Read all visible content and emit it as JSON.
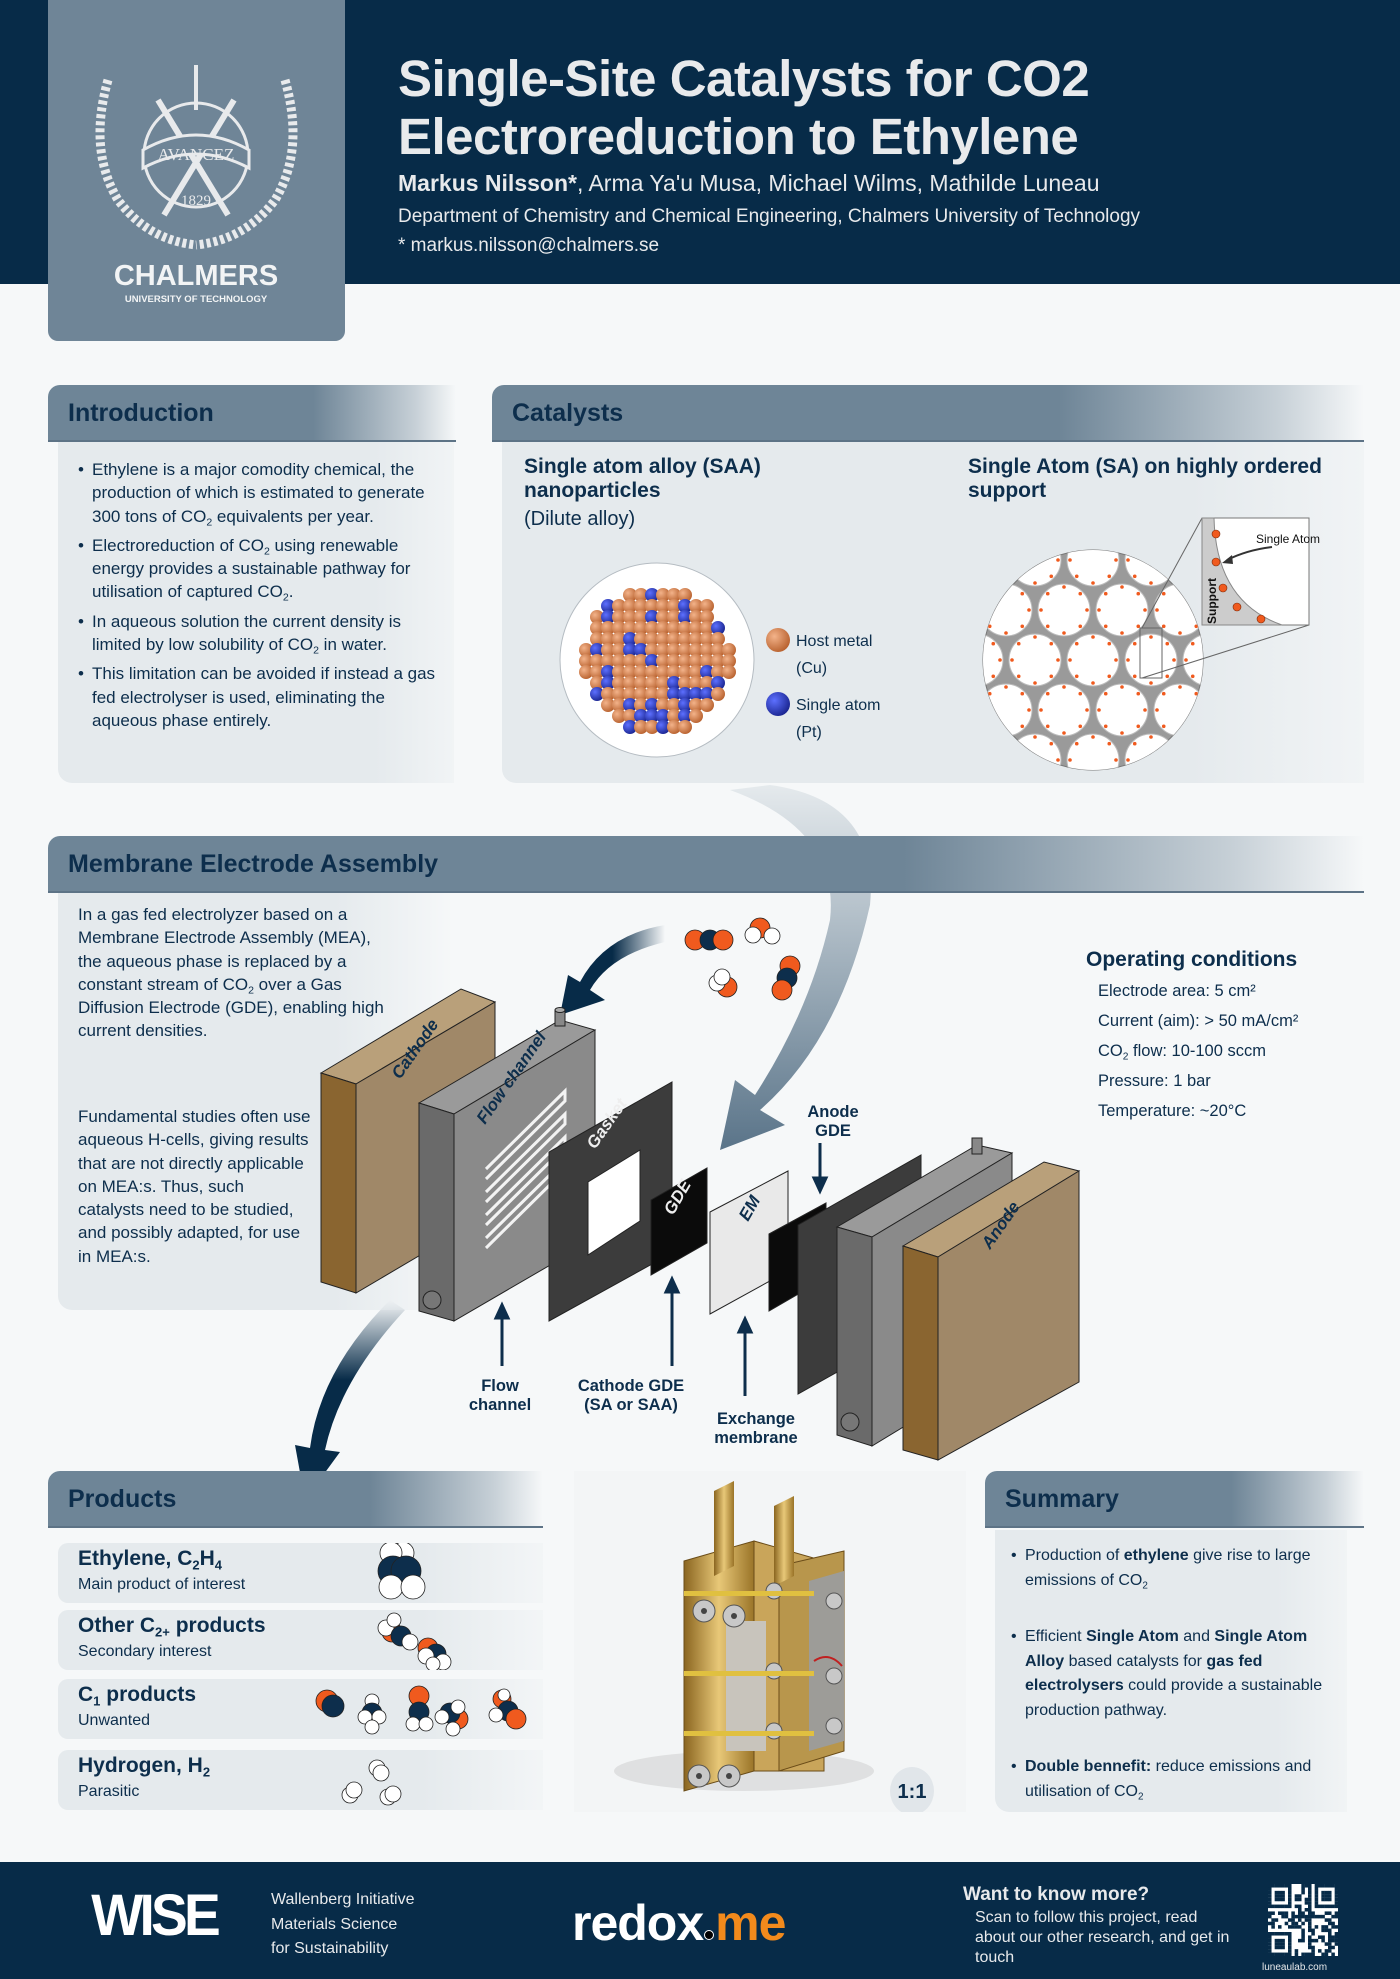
{
  "header": {
    "title_line1": "Single-Site Catalysts for CO2",
    "title_line2": "Electroreduction to Ethylene",
    "lead_author": "Markus Nilsson*",
    "other_authors": ", Arma Ya'u Musa, Michael Wilms, Mathilde Luneau",
    "department": "Department of Chemistry and Chemical Engineering, Chalmers University of Technology",
    "email": "* markus.nilsson@chalmers.se"
  },
  "logo": {
    "motto": "AVANCEZ",
    "year": "1829",
    "name": "CHALMERS",
    "subtitle": "UNIVERSITY OF TECHNOLOGY"
  },
  "introduction": {
    "title": "Introduction",
    "bullets": [
      [
        {
          "t": "Ethylene is a major comodity chemical, the production of which is estimated to generate 300 tons of CO"
        },
        {
          "sub": "2"
        },
        {
          "t": " equivalents per year."
        }
      ],
      [
        {
          "t": "Electroreduction of CO"
        },
        {
          "sub": "2"
        },
        {
          "t": " using renewable energy provides a sustainable pathway for utilisation of captured CO"
        },
        {
          "sub": "2"
        },
        {
          "t": "."
        }
      ],
      [
        {
          "t": "In aqueous solution the current density is limited by low solubility of CO"
        },
        {
          "sub": "2"
        },
        {
          "t": " in water."
        }
      ],
      [
        {
          "t": "This limitation can be avoided if instead a gas fed electrolyser is used, eliminating the aqueous phase entirely."
        }
      ]
    ]
  },
  "catalysts": {
    "title": "Catalysts",
    "saa": {
      "heading": "Single atom alloy (SAA) nanoparticles",
      "subheading": "(Dilute alloy)",
      "legend": [
        {
          "label": "Host metal",
          "detail": "(Cu)",
          "color": "#d9804a"
        },
        {
          "label": "Single atom",
          "detail": "(Pt)",
          "color": "#2a3fc0"
        }
      ]
    },
    "sa": {
      "heading": "Single Atom (SA) on highly ordered support",
      "inset_label": "Single Atom",
      "support_label": "Support"
    }
  },
  "mea": {
    "title": "Membrane Electrode Assembly",
    "paragraph1": [
      {
        "t": "In a gas fed electrolyzer based on a Membrane Electrode Assembly (MEA), the aqueous phase is replaced by a constant stream of CO"
      },
      {
        "sub": "2"
      },
      {
        "t": "  over a Gas Diffusion Electrode (GDE), enabling high current densities."
      }
    ],
    "paragraph2": [
      {
        "t": "Fundamental studies often use aqueous H-cells, giving results that are not directly applicable on MEA:s. Thus, such catalysts need to be studied, and possibly adapted, for use in MEA:s."
      }
    ],
    "diagram": {
      "cathode": "Cathode",
      "flow_channel": "Flow channel",
      "gasket": "Gasket",
      "gde": "GDE",
      "em": "EM",
      "anode": "Anode",
      "label_flow_1": "Flow",
      "label_flow_2": "channel",
      "label_cgde_1": "Cathode GDE",
      "label_cgde_2": "(SA or SAA)",
      "label_em_1": "Exchange",
      "label_em_2": "membrane",
      "label_agde_1": "Anode",
      "label_agde_2": "GDE"
    },
    "operating": {
      "title": "Operating conditions",
      "items": [
        [
          {
            "t": "Electrode area: 5 cm²"
          }
        ],
        [
          {
            "t": "Current (aim): > 50 mA/cm²"
          }
        ],
        [
          {
            "t": "CO"
          },
          {
            "sub": "2"
          },
          {
            "t": " flow: 10-100 sccm"
          }
        ],
        [
          {
            "t": "Pressure: 1 bar"
          }
        ],
        [
          {
            "t": "Temperature: ~20°C"
          }
        ]
      ]
    }
  },
  "products": {
    "title": "Products",
    "items": [
      {
        "name": [
          {
            "t": "Ethylene, C"
          },
          {
            "sub": "2"
          },
          {
            "t": "H"
          },
          {
            "sub": "4"
          }
        ],
        "note": "Main product of interest"
      },
      {
        "name": [
          {
            "t": "Other C"
          },
          {
            "sub": "2+"
          },
          {
            "t": " products"
          }
        ],
        "note": "Secondary interest"
      },
      {
        "name": [
          {
            "t": "C"
          },
          {
            "sub": "1"
          },
          {
            "t": " products"
          }
        ],
        "note": "Unwanted"
      },
      {
        "name": [
          {
            "t": "Hydrogen, H"
          },
          {
            "sub": "2"
          }
        ],
        "note": "Parasitic"
      }
    ]
  },
  "photo": {
    "scale_badge": "1:1"
  },
  "summary": {
    "title": "Summary",
    "bullets": [
      [
        {
          "t": "Production of "
        },
        {
          "b": "ethylene"
        },
        {
          "t": " give rise to large emissions of CO"
        },
        {
          "sub": "2"
        }
      ],
      [
        {
          "t": "Efficient "
        },
        {
          "b": "Single Atom"
        },
        {
          "t": " and "
        },
        {
          "b": "Single Atom Alloy"
        },
        {
          "t": " based catalysts for "
        },
        {
          "b": "gas fed electrolysers"
        },
        {
          "t": " could provide a sustainable production pathway."
        }
      ],
      [
        {
          "b": "Double bennefit:"
        },
        {
          "t": " reduce emissions and utilisation of CO"
        },
        {
          "sub": "2"
        }
      ]
    ]
  },
  "footer": {
    "wise_logo": "WISE",
    "wise_line1": "Wallenberg Initiative",
    "wise_line2": "Materials Science",
    "wise_line3": "for Sustainability",
    "redox_part1": "redox",
    "redox_part2": "me",
    "cta_title": "Want to know more?",
    "cta_text": "Scan to follow this project, read about our other research, and get in touch",
    "qr_caption": "luneaulab.com"
  },
  "colors": {
    "navy": "#072b48",
    "section": "#6e8597",
    "orange": "#f05a1e",
    "gold": "#a08868"
  }
}
